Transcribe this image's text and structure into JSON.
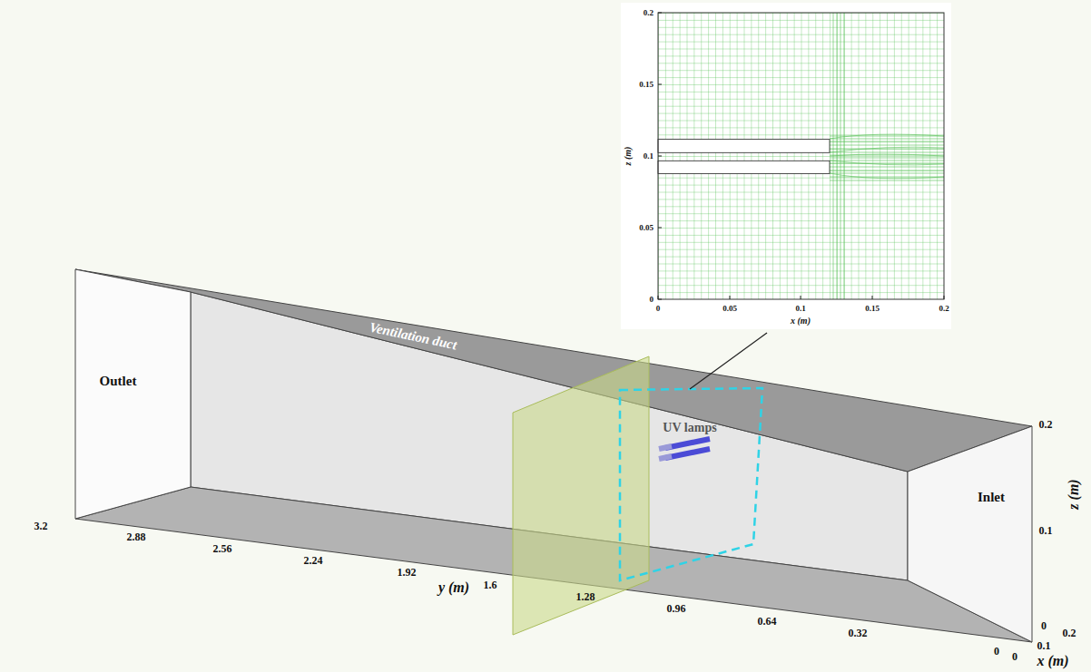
{
  "diagram": {
    "labels": [
      "Ventilation duct",
      "Outlet",
      "Inlet",
      "UV lamps",
      "3.2",
      "2.88",
      "2.56",
      "2.24",
      "1.92",
      "1.6",
      "1.28",
      "0.96",
      "0.64",
      "0.32",
      "0",
      "y (m)",
      "0",
      "0.1",
      "0.2",
      "x (m)",
      "0",
      "0.1",
      "0.2",
      "z (m)",
      "0.2",
      "0.15",
      "0.1",
      "0.05",
      "0",
      "z (m)",
      "0",
      "0.05",
      "0.1",
      "0.15",
      "0.2",
      "x (m)"
    ]
  }
}
